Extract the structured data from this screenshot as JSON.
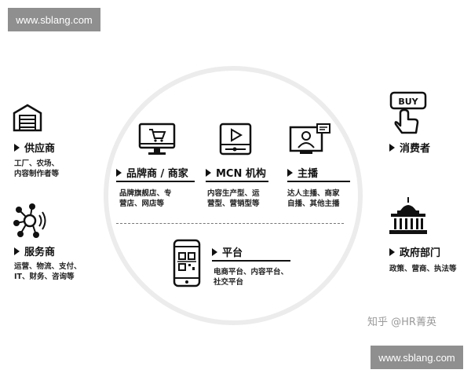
{
  "watermark": {
    "top": "www.sblang.com",
    "bottom": "www.sblang.com"
  },
  "left": {
    "supplier": {
      "label": "供应商",
      "desc": [
        "工厂、农场、",
        "内容制作者等"
      ]
    },
    "service": {
      "label": "服务商",
      "desc": [
        "运营、物流、支付、",
        "IT、财务、咨询等"
      ]
    }
  },
  "center": {
    "brand": {
      "label": "品牌商 / 商家",
      "desc": [
        "品牌旗舰店、专",
        "营店、网店等"
      ]
    },
    "mcn": {
      "label": "MCN 机构",
      "desc": [
        "内容生产型、运",
        "营型、营销型等"
      ]
    },
    "anchor": {
      "label": "主播",
      "desc": [
        "达人主播、商家",
        "自播、其他主播"
      ]
    },
    "platform": {
      "label": "平台",
      "desc": [
        "电商平台、内容平台、",
        "社交平台"
      ]
    }
  },
  "right": {
    "consumer": {
      "label": "消费者",
      "icon_text": "BUY"
    },
    "government": {
      "label": "政府部门",
      "desc": [
        "政策、营商、执法等"
      ]
    }
  },
  "credit": "知乎 @HR菁英",
  "icons": [
    "warehouse-icon",
    "network-icon",
    "monitor-cart-icon",
    "video-player-icon",
    "presenter-icon",
    "phone-qr-icon",
    "buy-hand-icon",
    "government-building-icon"
  ]
}
